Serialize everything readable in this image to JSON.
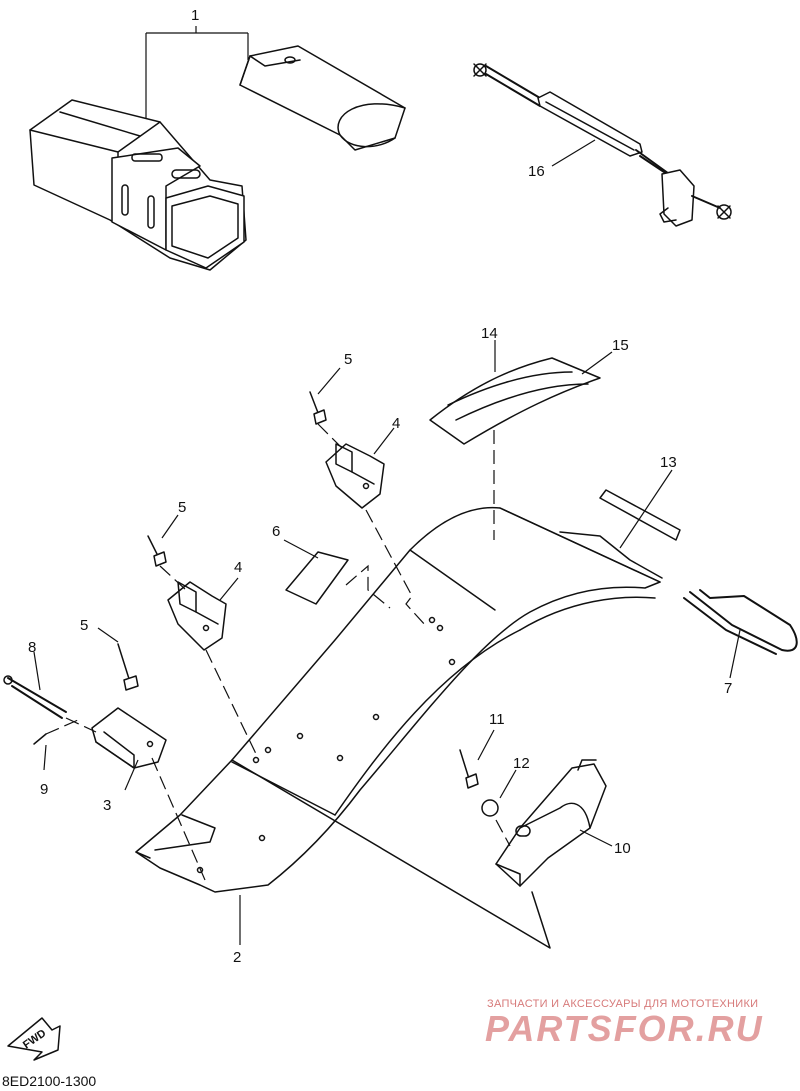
{
  "callouts": [
    "1",
    "2",
    "3",
    "4",
    "4",
    "5",
    "5",
    "5",
    "6",
    "7",
    "8",
    "9",
    "10",
    "11",
    "12",
    "13",
    "14",
    "15",
    "16"
  ],
  "fwd_label": "FWD",
  "diagram_code": "8ED2100-1300",
  "watermark": {
    "tagline": "ЗАПЧАСТИ И АКСЕССУАРЫ ДЛЯ МОТОТЕХНИКИ",
    "brand": "PARTSFOR.RU"
  }
}
